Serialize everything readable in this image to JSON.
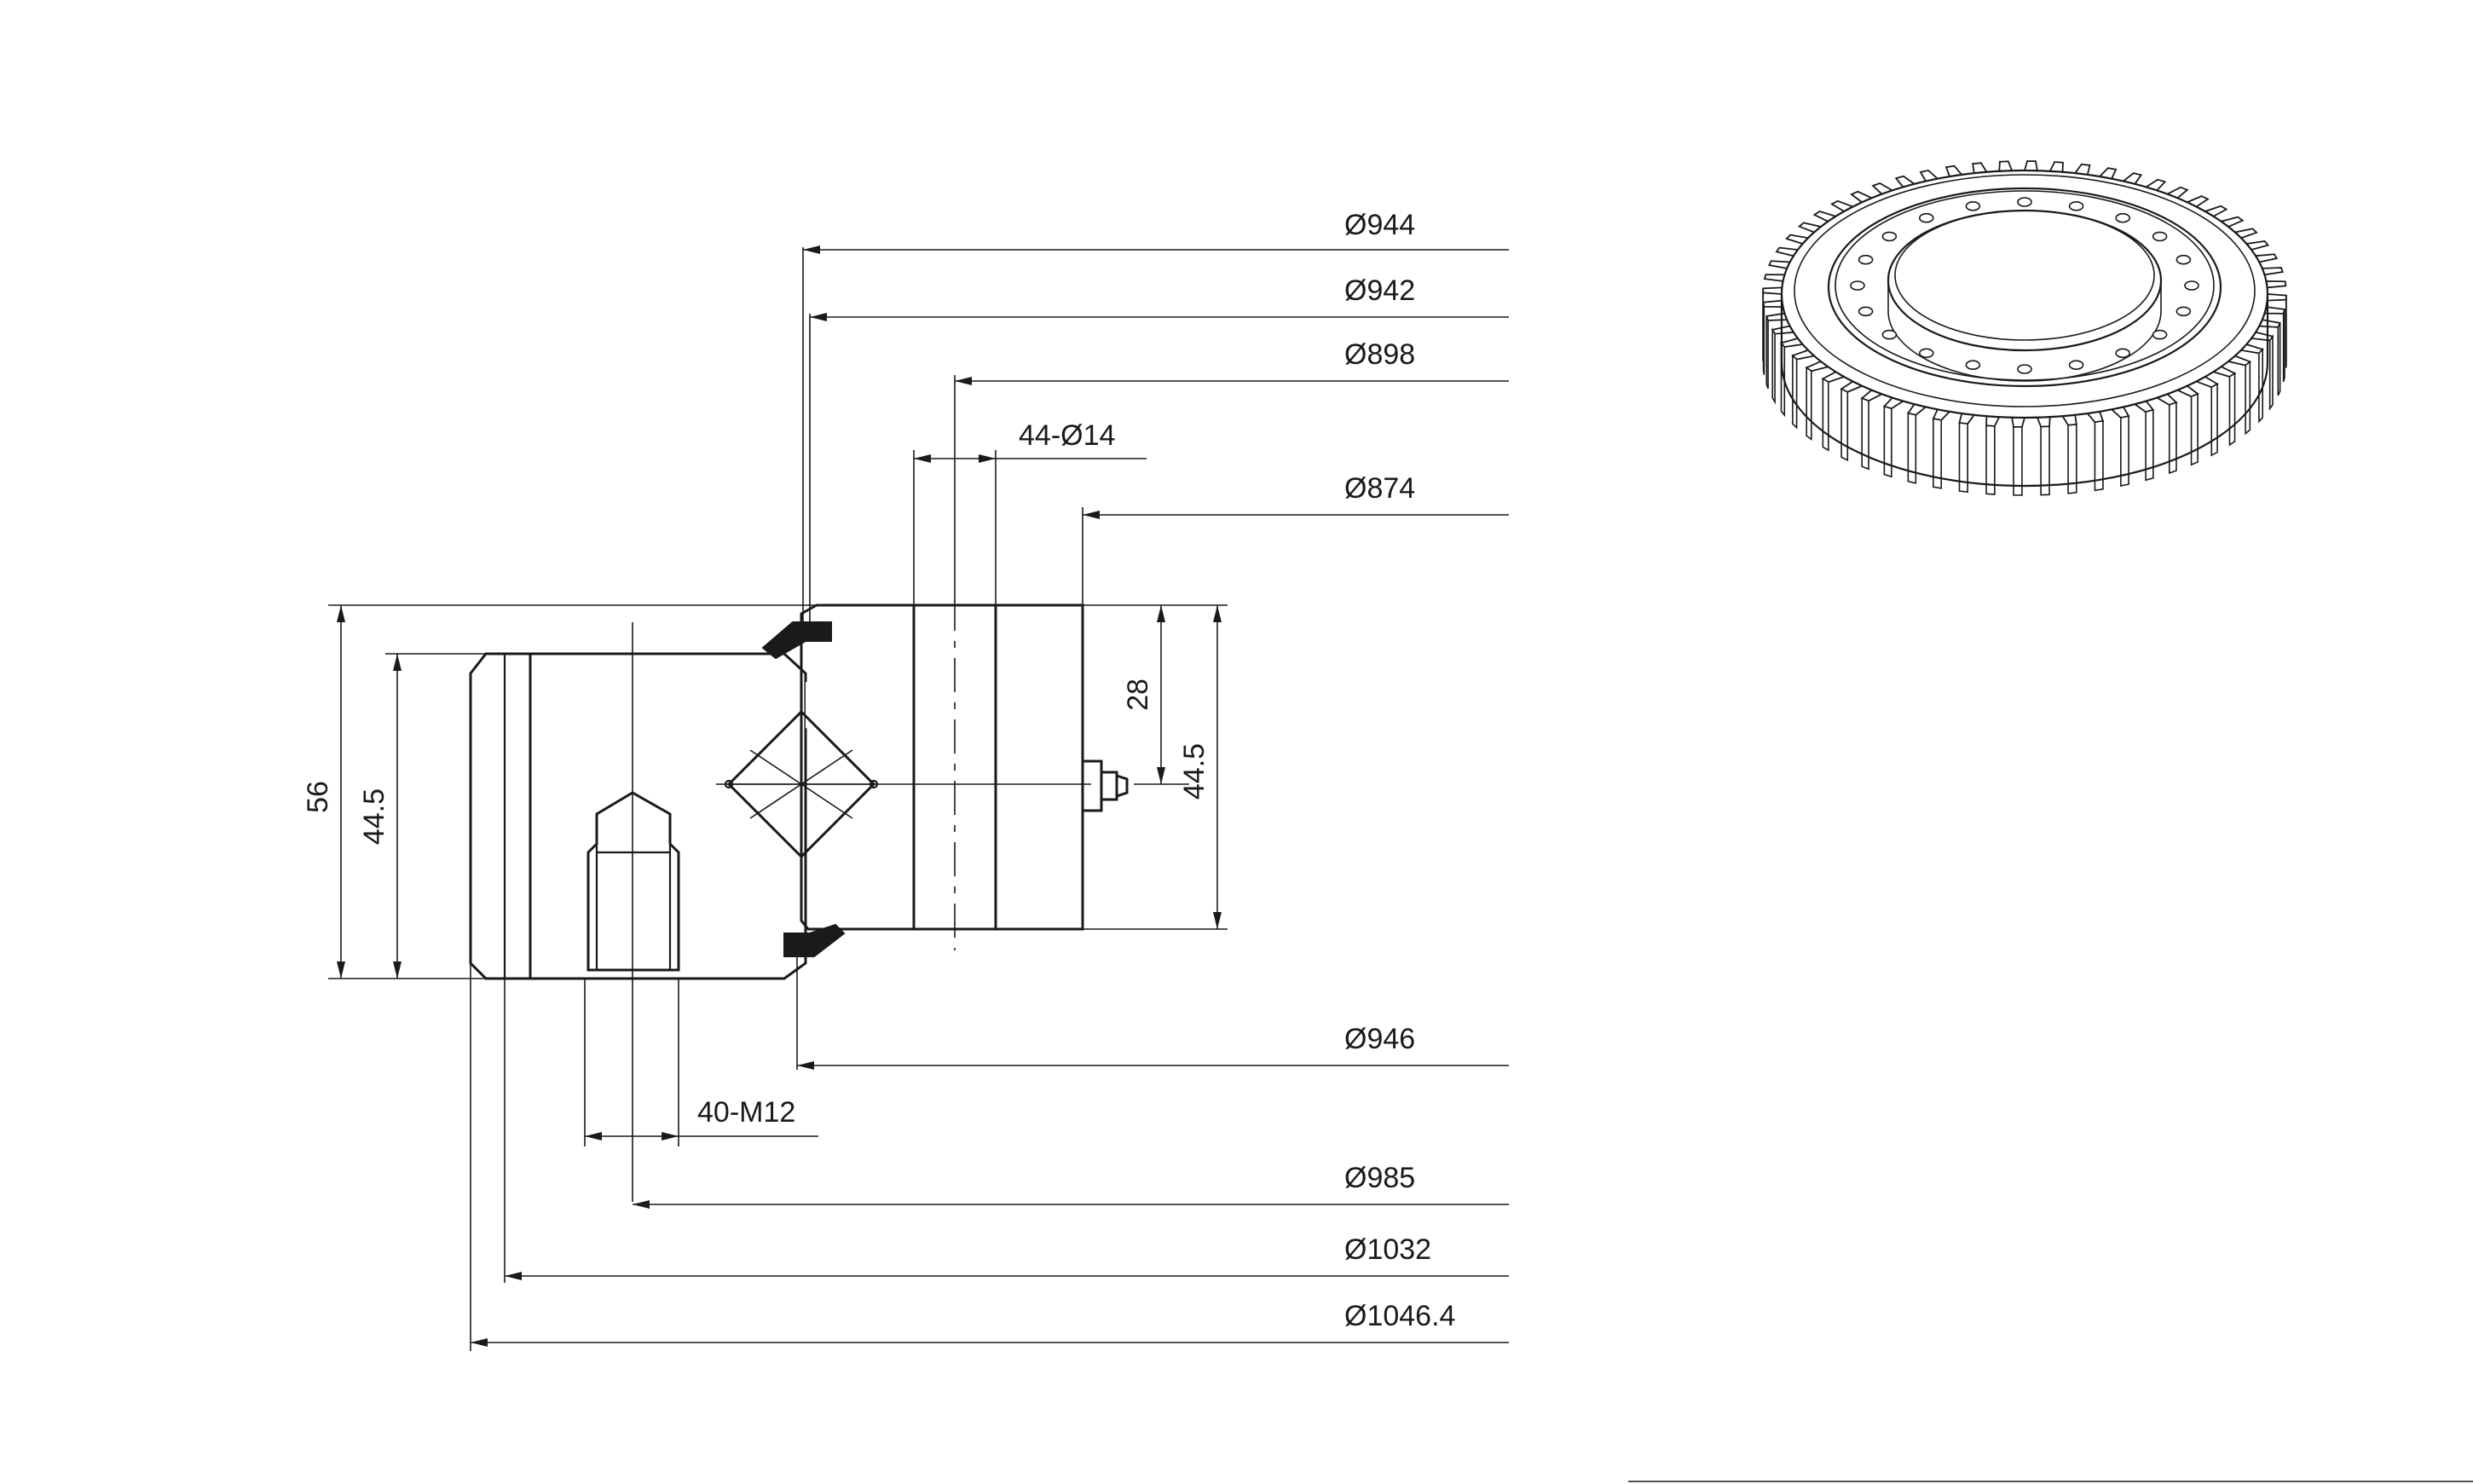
{
  "drawing": {
    "dims_right": {
      "d944": "Ø944",
      "d942": "Ø942",
      "d898": "Ø898",
      "holes": "44-Ø14",
      "d874": "Ø874",
      "d946": "Ø946",
      "thread": "40-M12",
      "d985": "Ø985",
      "d1032": "Ø1032",
      "d1046": "Ø1046.4"
    },
    "dims_vertical": {
      "total_height": "56",
      "outer_ring_height": "44.5",
      "inner_ring_height": "44.5",
      "hole_depth": "28"
    },
    "gear_teeth_count": 60,
    "colors": {
      "line": "#1a1a1a",
      "background": "#ffffff"
    }
  }
}
